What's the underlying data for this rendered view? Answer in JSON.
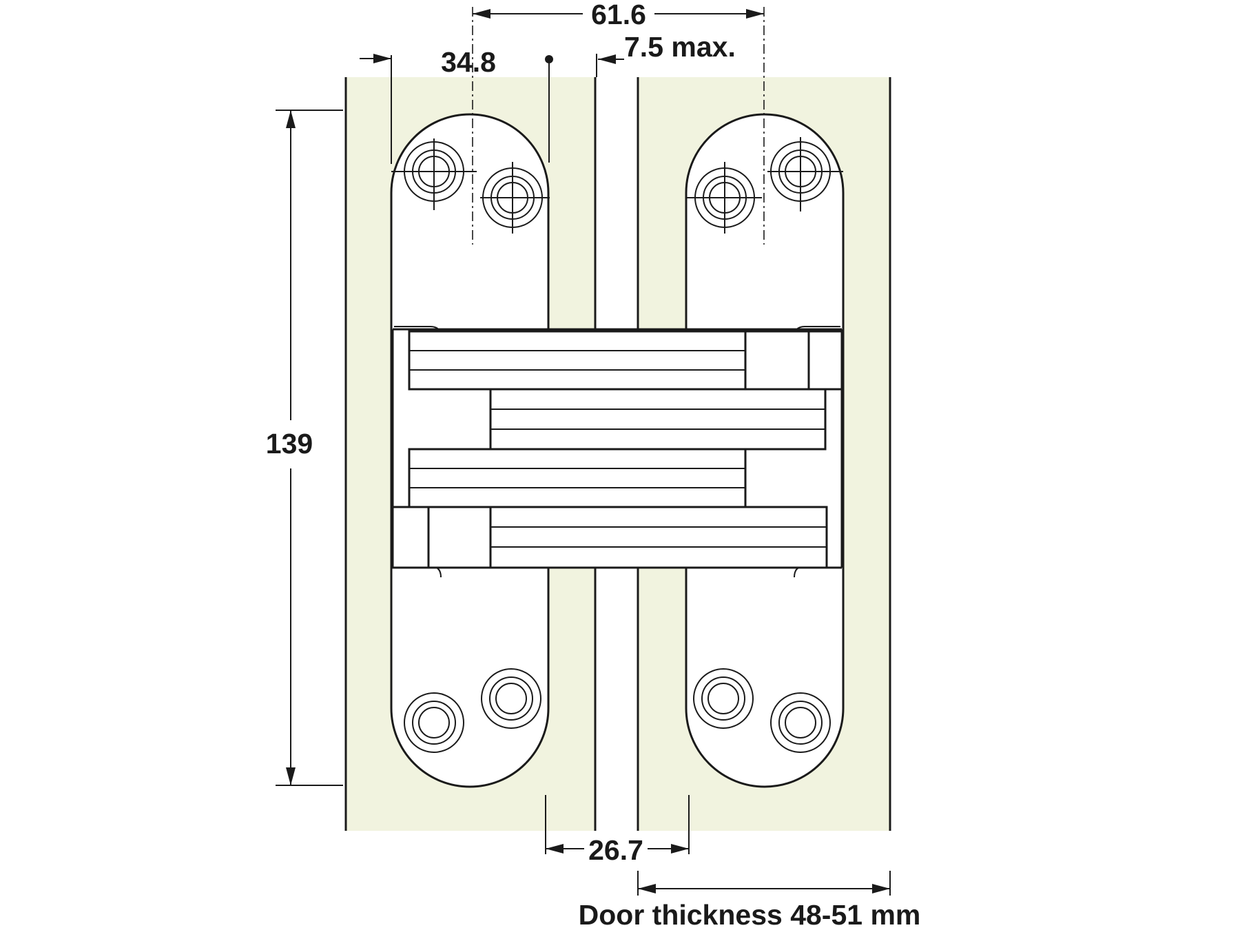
{
  "dimensions": {
    "overall_width": "61.6",
    "hole_offset": "34.8",
    "gap_max": "7.5 max.",
    "height": "139",
    "depth": "26.7",
    "door_thickness": "Door thickness 48-51 mm"
  },
  "colors": {
    "material_fill": "#f1f3df",
    "line": "#1a1a1a",
    "hinge_body": "#ffffff"
  }
}
